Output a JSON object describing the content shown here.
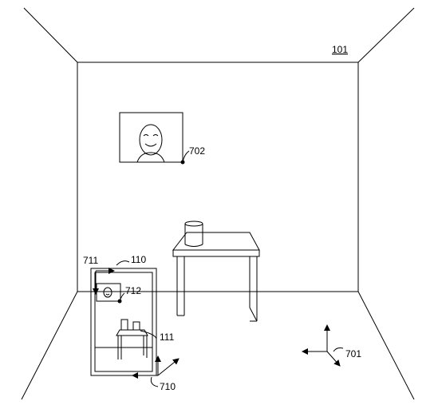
{
  "labels": {
    "room": "101",
    "device": "110",
    "screen": "111",
    "wall_picture": "702",
    "device_axes": "710",
    "room_axes": "701",
    "device_marker": "711",
    "screen_picture": "712"
  }
}
